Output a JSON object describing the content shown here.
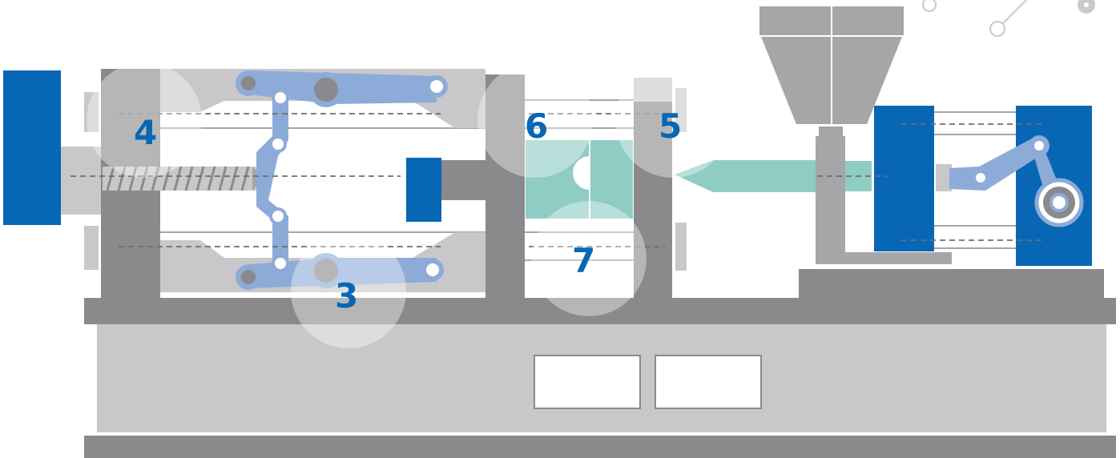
{
  "colors": {
    "blue": "#0767b4",
    "dark_gray": "#8a8a8c",
    "mid_gray": "#a6a6a8",
    "light_gray": "#c8c8ca",
    "base_gray": "#c7c8ca",
    "link_blue": "#8dabd8",
    "teal": "#8fccc4",
    "teal_light": "#bfe3dd",
    "white": "#ffffff"
  },
  "labels": {
    "n3": "3",
    "n4": "4",
    "n5": "5",
    "n6": "6",
    "n7": "7"
  },
  "icons": [
    "screw-icon",
    "hopper-icon",
    "crank-icon",
    "toggle-linkage-icon"
  ]
}
